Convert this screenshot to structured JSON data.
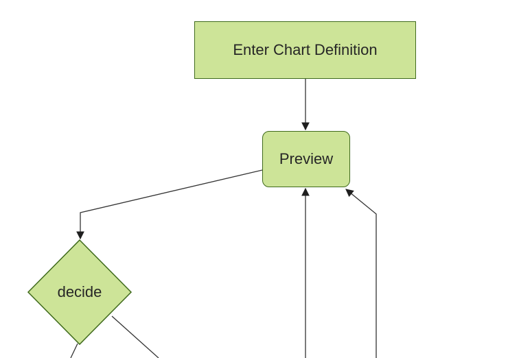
{
  "diagram": {
    "type": "flowchart",
    "direction": "top-down",
    "background": "#ffffff",
    "colors": {
      "node_fill": "#cde498",
      "node_border": "#3f6a1c",
      "edge": "#333333",
      "arrowhead": "#1f1f1f",
      "label_text": "#262626"
    },
    "nodes": [
      {
        "id": "enter-chart-definition",
        "label": "Enter Chart Definition",
        "shape": "rectangle"
      },
      {
        "id": "preview",
        "label": "Preview",
        "shape": "rounded-rectangle"
      },
      {
        "id": "decide",
        "label": "decide",
        "shape": "diamond"
      }
    ],
    "edges": [
      {
        "from": "enter-chart-definition",
        "to": "preview",
        "arrowhead": true
      },
      {
        "from": "preview",
        "to": "decide",
        "arrowhead": true
      },
      {
        "from": "offscreen-bottom",
        "to": "preview",
        "arrowhead": true
      },
      {
        "from": "offscreen-bottom-right",
        "to": "preview",
        "arrowhead": true
      },
      {
        "from": "decide",
        "to": "offscreen-bottom-left",
        "arrowhead": false
      },
      {
        "from": "decide",
        "to": "offscreen-bottom-right",
        "arrowhead": false
      }
    ]
  }
}
